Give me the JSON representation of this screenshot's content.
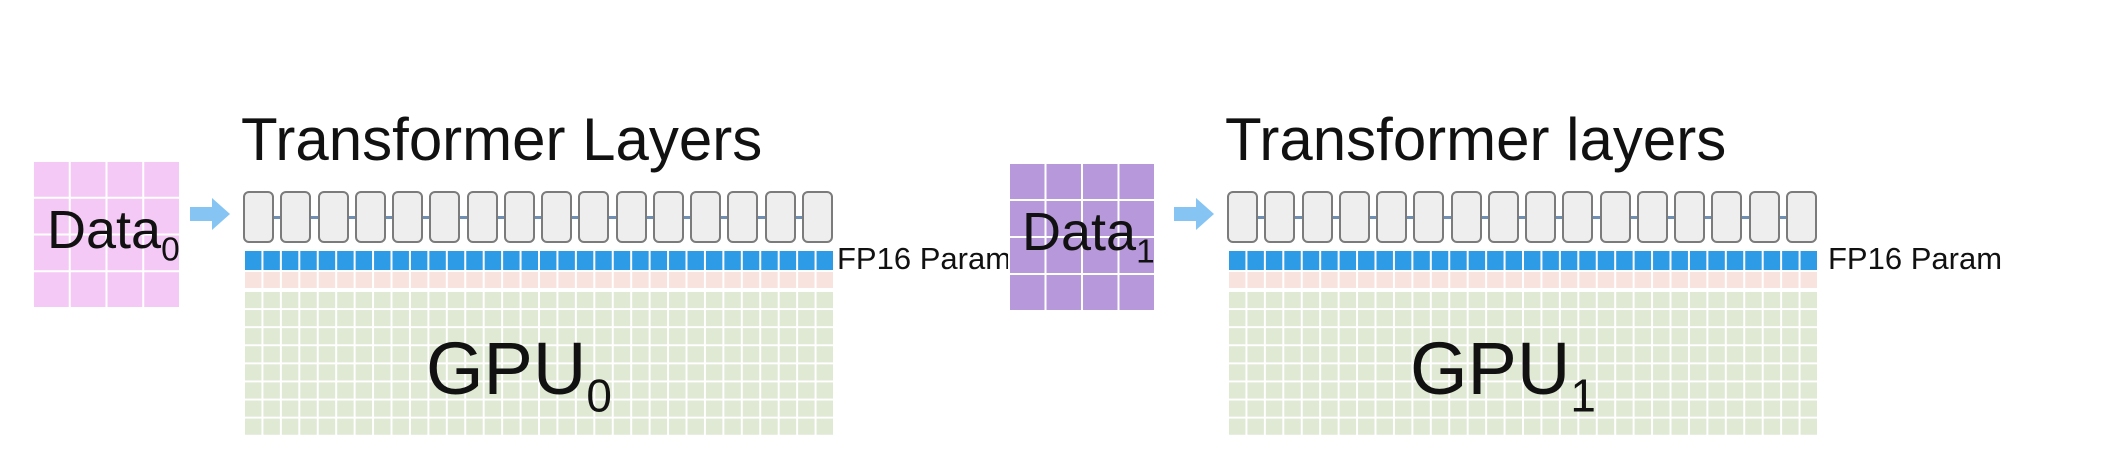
{
  "colors": {
    "data0_fill": "#f5c9f5",
    "data1_fill": "#b798da",
    "param_blue": "#2d9be6",
    "memory_green": "#dfe9d4",
    "memory_pink": "#f8e3df",
    "arrow_blue": "#86c5f3",
    "layer_box": "#eeeeee"
  },
  "sections": [
    {
      "title": "Transformer Layers",
      "param_label": "FP16 Param",
      "gpu_label": "GPU",
      "gpu_sub": "0",
      "data_label": "Data",
      "data_sub": "0",
      "layer_count": 16
    },
    {
      "title": "Transformer layers",
      "param_label": "FP16 Param",
      "gpu_label": "GPU",
      "gpu_sub": "1",
      "data_label": "Data",
      "data_sub": "1",
      "layer_count": 16
    }
  ]
}
